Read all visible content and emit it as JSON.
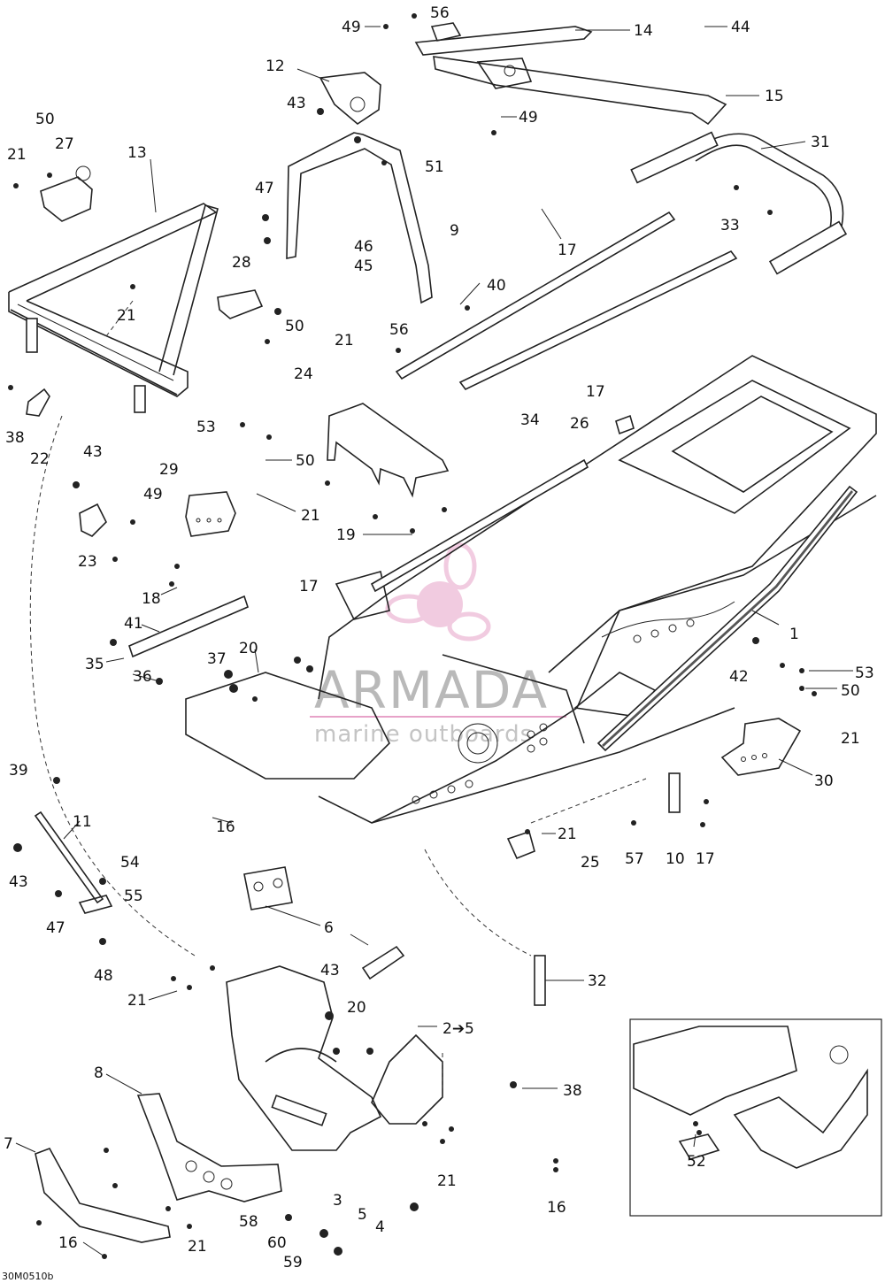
{
  "diagram": {
    "drawing_code": "30M0510b",
    "watermark": {
      "brand": "ARMADA",
      "tagline": "marine outboards"
    },
    "callouts": [
      "1",
      "2➔5",
      "3",
      "4",
      "5",
      "6",
      "7",
      "8",
      "9",
      "10",
      "11",
      "12",
      "13",
      "14",
      "15",
      "16",
      "16",
      "16",
      "16",
      "17",
      "17",
      "17",
      "17",
      "17",
      "18",
      "19",
      "20",
      "20",
      "21",
      "21",
      "21",
      "21",
      "21",
      "21",
      "21",
      "21",
      "21",
      "22",
      "23",
      "24",
      "25",
      "26",
      "27",
      "28",
      "29",
      "30",
      "31",
      "32",
      "33",
      "34",
      "35",
      "36",
      "37",
      "38",
      "38",
      "39",
      "40",
      "41",
      "42",
      "43",
      "43",
      "43",
      "43",
      "44",
      "45",
      "46",
      "47",
      "47",
      "48",
      "49",
      "49",
      "49",
      "50",
      "50",
      "50",
      "50",
      "51",
      "52",
      "53",
      "53",
      "54",
      "55",
      "56",
      "56",
      "57",
      "58",
      "59",
      "60"
    ]
  }
}
